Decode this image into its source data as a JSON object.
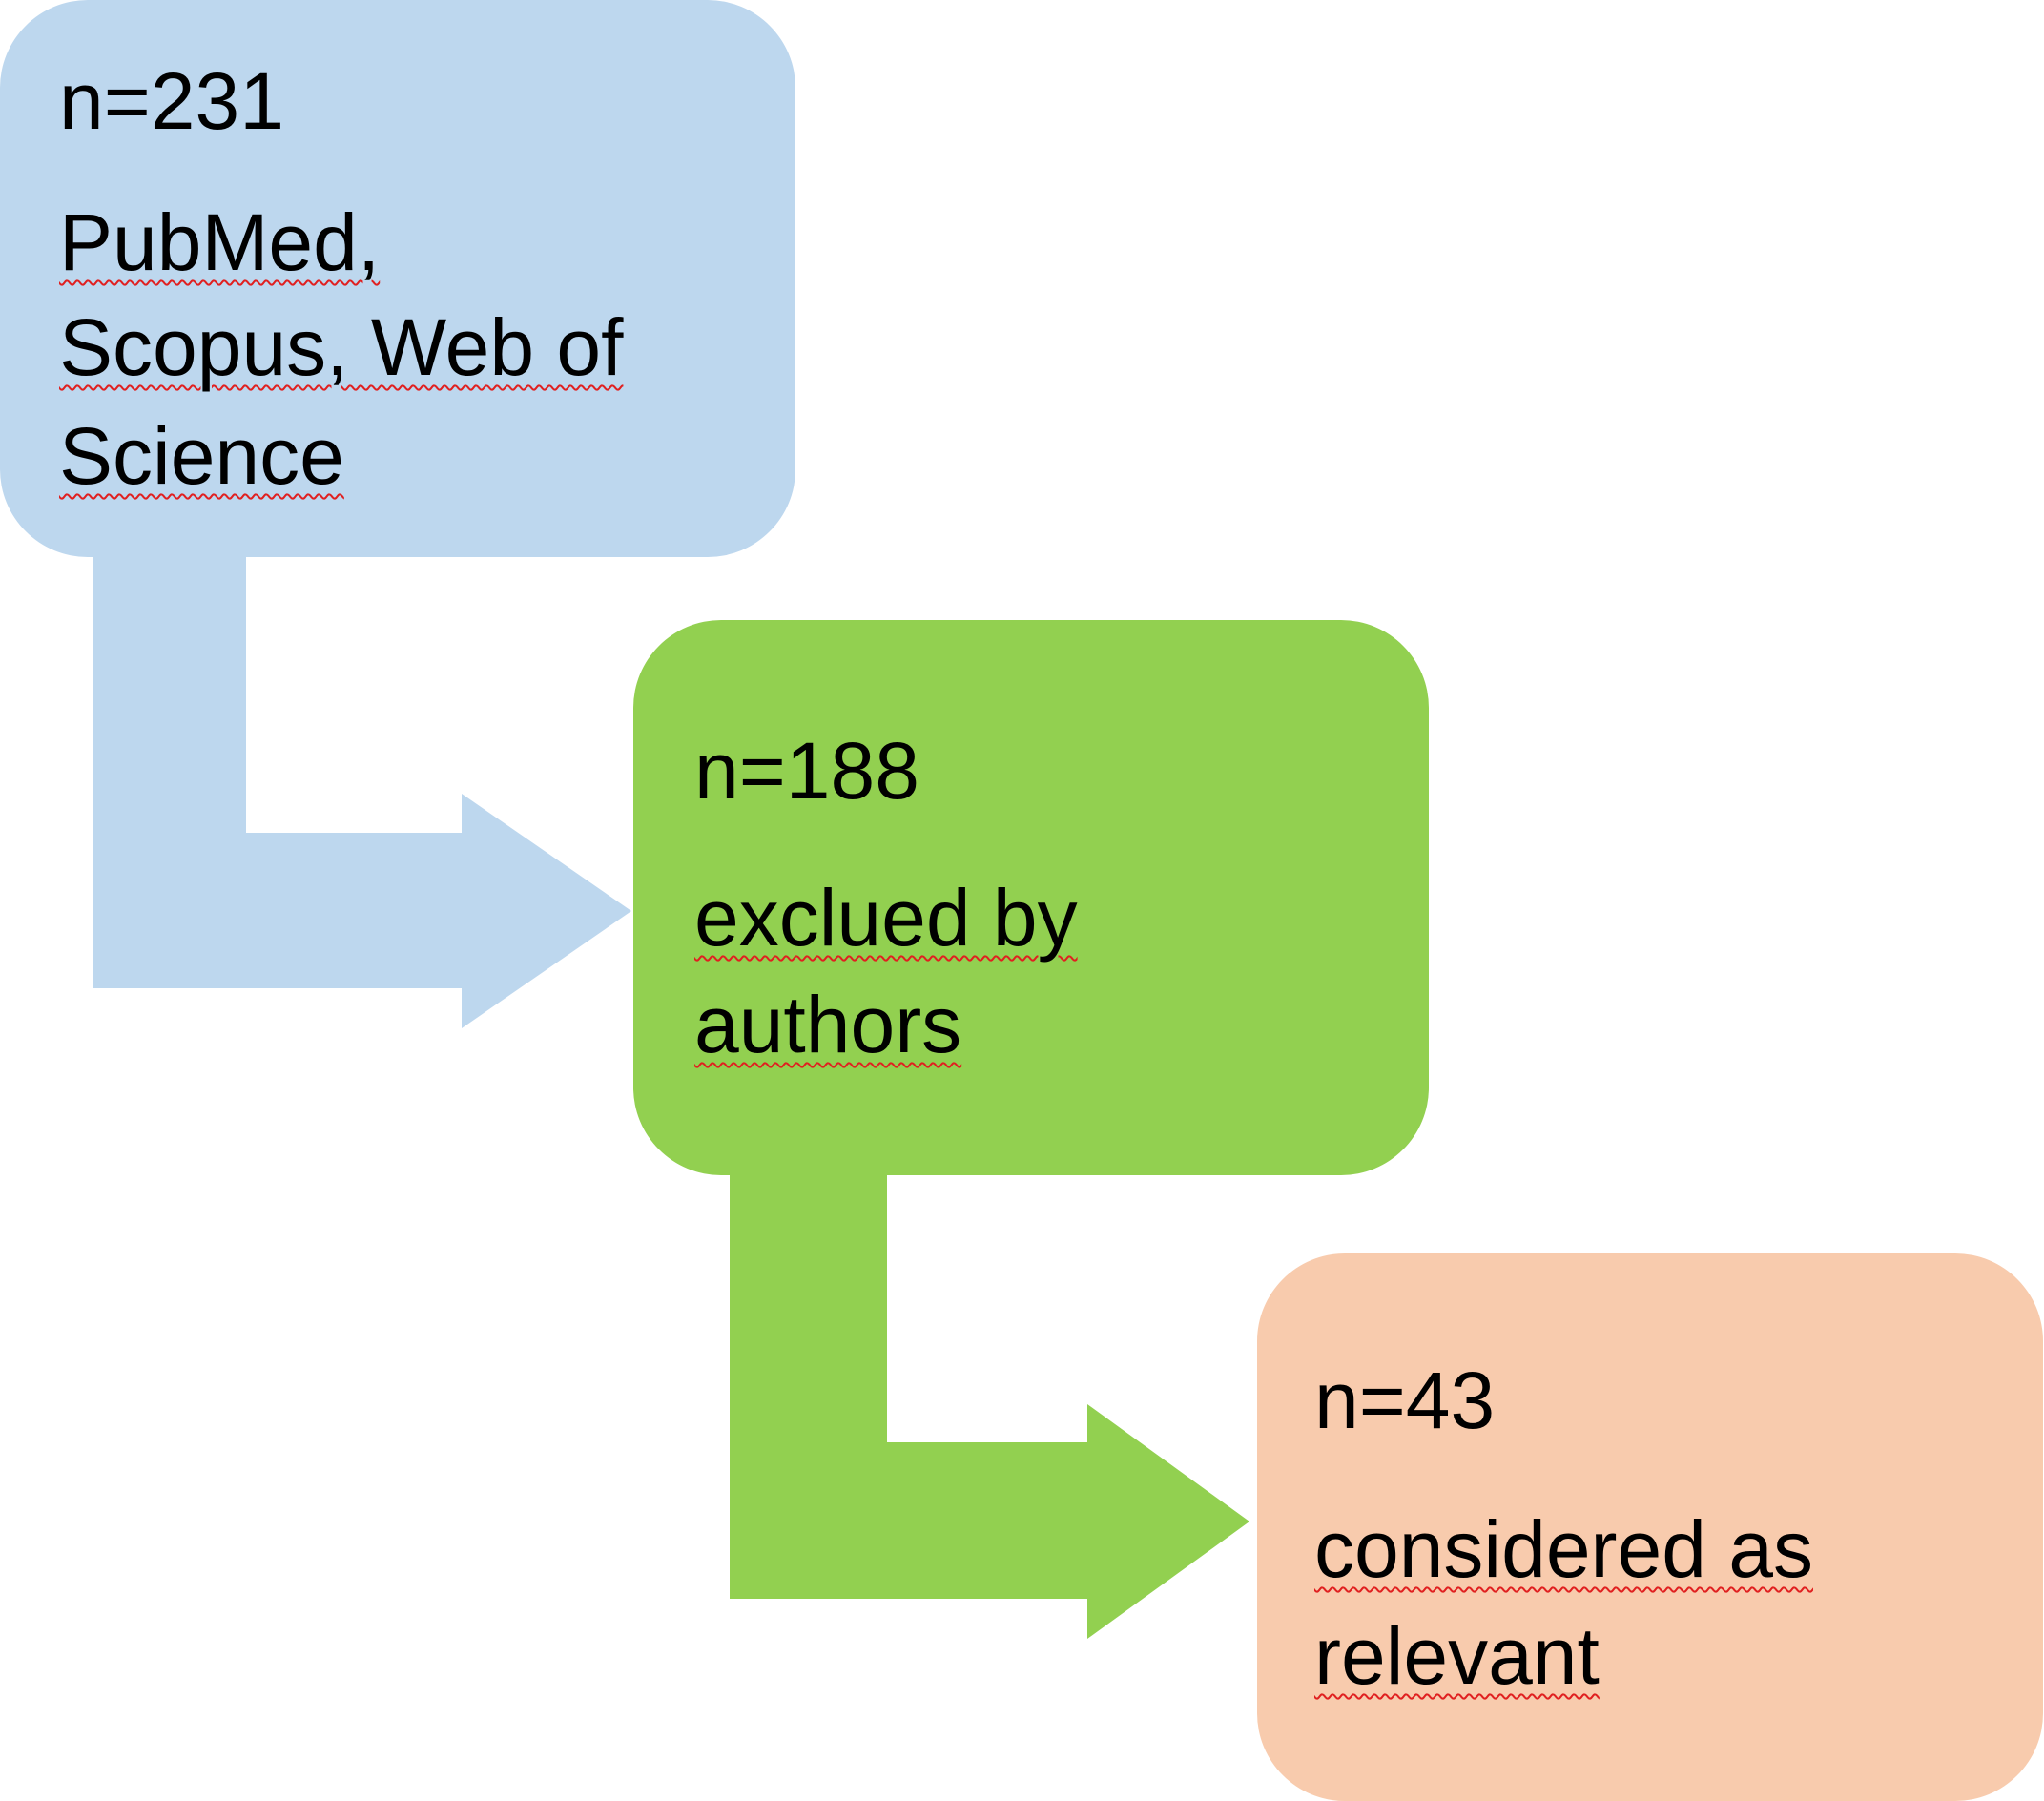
{
  "colors": {
    "stage_1": "#bdd7ee",
    "stage_2": "#92d050",
    "stage_3": "#f8cbad",
    "spellcheck_underline": "#e02020"
  },
  "stages": [
    {
      "count": "n=231",
      "lines": [
        "PubMed,",
        "Scopus, Web of",
        "Science"
      ]
    },
    {
      "count": "n=188",
      "lines": [
        "exclued by",
        "authors"
      ]
    },
    {
      "count": "n=43",
      "lines": [
        "considered as",
        "relevant"
      ]
    }
  ]
}
